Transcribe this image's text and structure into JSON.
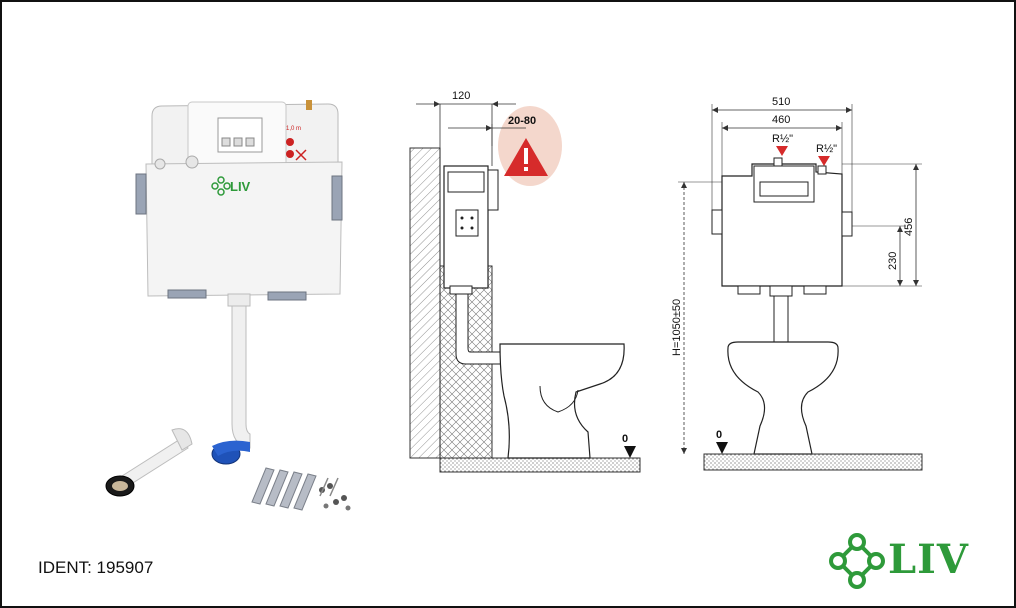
{
  "product": {
    "ident_label": "IDENT: 195907",
    "brand_name": "LIV",
    "tank_logo_text": "LIV",
    "sticker_text": "1,0 m"
  },
  "side_view": {
    "dim_top": "120",
    "dim_range": "20-80",
    "floor_label": "0",
    "colors": {
      "warning_red": "#d62b2b",
      "warning_bg": "#f4d7cc"
    }
  },
  "front_view": {
    "dim_outer_width": "510",
    "dim_inner_width": "460",
    "inlet_left": "R½\"",
    "inlet_right": "R½\"",
    "dim_tank_height": "456",
    "dim_lower": "230",
    "dim_install_height": "H=1050±50",
    "floor_label": "0"
  },
  "colors": {
    "brand_green": "#2e9a3a",
    "outline": "#111111"
  }
}
